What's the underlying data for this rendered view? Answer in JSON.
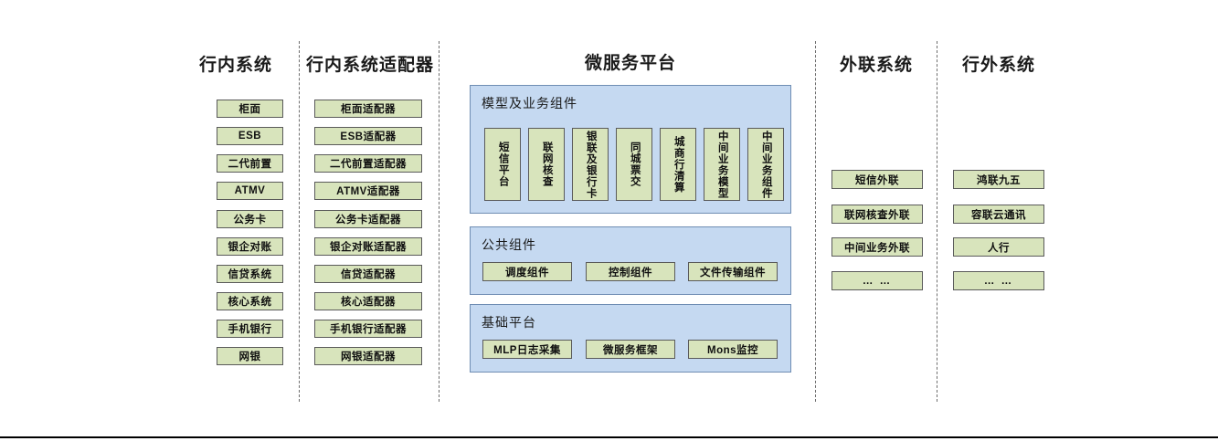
{
  "diagram": {
    "columns": [
      {
        "key": "bank-internal-systems",
        "title": "行内系统",
        "items": [
          "柜面",
          "ESB",
          "二代前置",
          "ATMV",
          "公务卡",
          "银企对账",
          "信贷系统",
          "核心系统",
          "手机银行",
          "网银"
        ]
      },
      {
        "key": "bank-internal-adapters",
        "title": "行内系统适配器",
        "items": [
          "柜面适配器",
          "ESB适配器",
          "二代前置适配器",
          "ATMV适配器",
          "公务卡适配器",
          "银企对账适配器",
          "信贷适配器",
          "核心适配器",
          "手机银行适配器",
          "网银适配器"
        ]
      },
      {
        "key": "microservice-platform",
        "title": "微服务平台"
      },
      {
        "key": "external-liaison-systems",
        "title": "外联系统",
        "items": [
          "短信外联",
          "联网核查外联",
          "中间业务外联",
          "… …"
        ]
      },
      {
        "key": "outside-bank-systems",
        "title": "行外系统",
        "items": [
          "鸿联九五",
          "容联云通讯",
          "人行",
          "… …"
        ]
      }
    ],
    "platform": {
      "panels": [
        {
          "key": "model-business-components",
          "title": "模型及业务组件",
          "orientation": "vertical",
          "items": [
            "短信平台",
            "联网核查",
            "银联及银行卡",
            "同城票交",
            "城商行清算",
            "中间业务模型",
            "中间业务组件"
          ]
        },
        {
          "key": "public-components",
          "title": "公共组件",
          "orientation": "horizontal",
          "items": [
            "调度组件",
            "控制组件",
            "文件传输组件"
          ]
        },
        {
          "key": "basic-platform",
          "title": "基础平台",
          "orientation": "horizontal",
          "items": [
            "MLP日志采集",
            "微服务框架",
            "Mons监控"
          ]
        }
      ]
    },
    "colors": {
      "node_fill": "#d8e4bc",
      "node_border": "#5a5a5a",
      "panel_fill": "#c5d9f1",
      "panel_border": "#6f8db3",
      "divider": "#6e6e6e",
      "background": "#ffffff"
    }
  }
}
